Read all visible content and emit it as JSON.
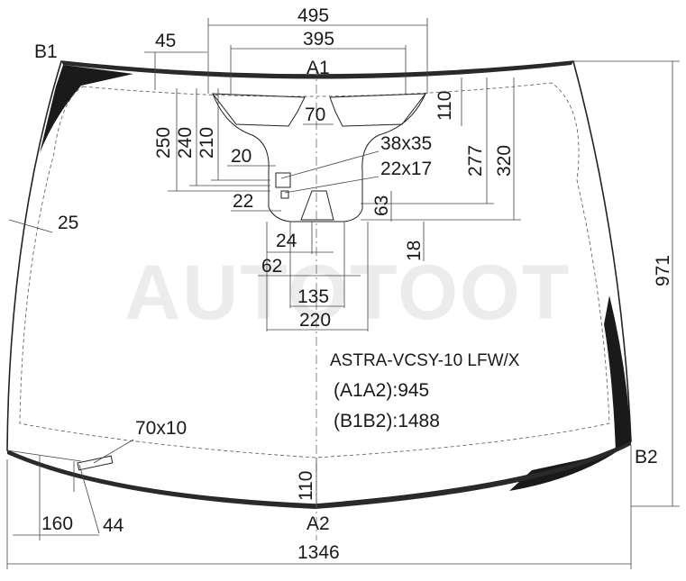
{
  "watermark": "AUTOTOOT",
  "part_code": "ASTRA-VCSY-10 LFW/X",
  "measurements": {
    "a1a2": "(A1A2):945",
    "b1b2": "(B1B2):1488"
  },
  "points": {
    "a1": "A1",
    "a2": "A2",
    "b1": "B1",
    "b2": "B2"
  },
  "dimensions": {
    "top_width_outer": "495",
    "top_width_inner": "395",
    "offset_45": "45",
    "bracket_width": "70",
    "depth_110_top": "110",
    "depth_250": "250",
    "depth_240": "240",
    "depth_210": "210",
    "depth_277": "277",
    "depth_320": "320",
    "sensor_38x35": "38x35",
    "sensor_22x17": "22x17",
    "offset_20": "20",
    "offset_22": "22",
    "depth_63": "63",
    "edge_25": "25",
    "width_24": "24",
    "depth_18": "18",
    "width_62": "62",
    "width_135": "135",
    "width_220": "220",
    "height_971": "971",
    "bottom_110": "110",
    "vin_70x10": "70x10",
    "left_160": "160",
    "left_44": "44",
    "total_width_1346": "1346"
  }
}
